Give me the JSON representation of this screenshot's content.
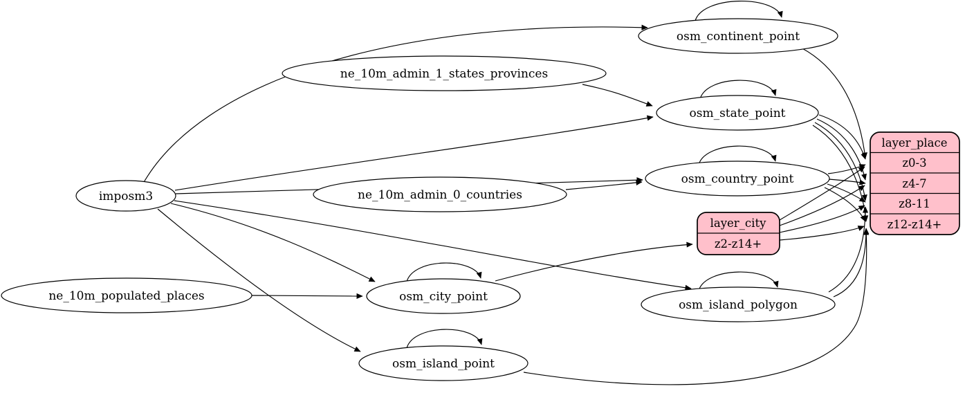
{
  "diagram": {
    "type": "etl-graph",
    "colors": {
      "background": "#ffffff",
      "node_fill": "#ffffff",
      "layer_fill": "#ffc0cb",
      "stroke": "#000000",
      "text": "#000000"
    },
    "nodes": {
      "imposm3": {
        "label": "imposm3"
      },
      "ne_10m_admin_1_states_provinces": {
        "label": "ne_10m_admin_1_states_provinces"
      },
      "ne_10m_admin_0_countries": {
        "label": "ne_10m_admin_0_countries"
      },
      "ne_10m_populated_places": {
        "label": "ne_10m_populated_places"
      },
      "osm_continent_point": {
        "label": "osm_continent_point"
      },
      "osm_state_point": {
        "label": "osm_state_point"
      },
      "osm_country_point": {
        "label": "osm_country_point"
      },
      "osm_city_point": {
        "label": "osm_city_point"
      },
      "osm_island_polygon": {
        "label": "osm_island_polygon"
      },
      "osm_island_point": {
        "label": "osm_island_point"
      },
      "layer_city": {
        "title": "layer_city",
        "rows": [
          "z2-z14+"
        ]
      },
      "layer_place": {
        "title": "layer_place",
        "rows": [
          "z0-3",
          "z4-7",
          "z8-11",
          "z12-z14+"
        ]
      }
    },
    "edges": [
      {
        "from": "imposm3",
        "to": "osm_continent_point"
      },
      {
        "from": "imposm3",
        "to": "osm_state_point"
      },
      {
        "from": "imposm3",
        "to": "osm_country_point"
      },
      {
        "from": "imposm3",
        "to": "osm_city_point"
      },
      {
        "from": "imposm3",
        "to": "osm_island_polygon"
      },
      {
        "from": "imposm3",
        "to": "osm_island_point"
      },
      {
        "from": "ne_10m_admin_1_states_provinces",
        "to": "osm_state_point"
      },
      {
        "from": "ne_10m_admin_0_countries",
        "to": "osm_country_point"
      },
      {
        "from": "ne_10m_populated_places",
        "to": "osm_city_point"
      },
      {
        "from": "osm_continent_point",
        "to": "osm_continent_point"
      },
      {
        "from": "osm_state_point",
        "to": "osm_state_point"
      },
      {
        "from": "osm_country_point",
        "to": "osm_country_point"
      },
      {
        "from": "osm_city_point",
        "to": "osm_city_point"
      },
      {
        "from": "osm_island_polygon",
        "to": "osm_island_polygon"
      },
      {
        "from": "osm_island_point",
        "to": "osm_island_point"
      },
      {
        "from": "osm_continent_point",
        "to": "layer_place:z0-3"
      },
      {
        "from": "osm_state_point",
        "to": "layer_place:z0-3"
      },
      {
        "from": "osm_state_point",
        "to": "layer_place:z4-7"
      },
      {
        "from": "osm_state_point",
        "to": "layer_place:z8-11"
      },
      {
        "from": "osm_state_point",
        "to": "layer_place:z12-z14+"
      },
      {
        "from": "osm_country_point",
        "to": "layer_place:z0-3"
      },
      {
        "from": "osm_country_point",
        "to": "layer_place:z4-7"
      },
      {
        "from": "osm_country_point",
        "to": "layer_place:z8-11"
      },
      {
        "from": "osm_country_point",
        "to": "layer_place:z12-z14+"
      },
      {
        "from": "osm_city_point",
        "to": "layer_city:z2-z14+"
      },
      {
        "from": "layer_city",
        "to": "layer_place:z0-3"
      },
      {
        "from": "layer_city",
        "to": "layer_place:z4-7"
      },
      {
        "from": "layer_city",
        "to": "layer_place:z8-11"
      },
      {
        "from": "layer_city",
        "to": "layer_place:z12-z14+"
      },
      {
        "from": "osm_island_polygon",
        "to": "layer_place:z8-11"
      },
      {
        "from": "osm_island_polygon",
        "to": "layer_place:z12-z14+"
      },
      {
        "from": "osm_island_point",
        "to": "layer_place:z12-z14+"
      }
    ]
  }
}
